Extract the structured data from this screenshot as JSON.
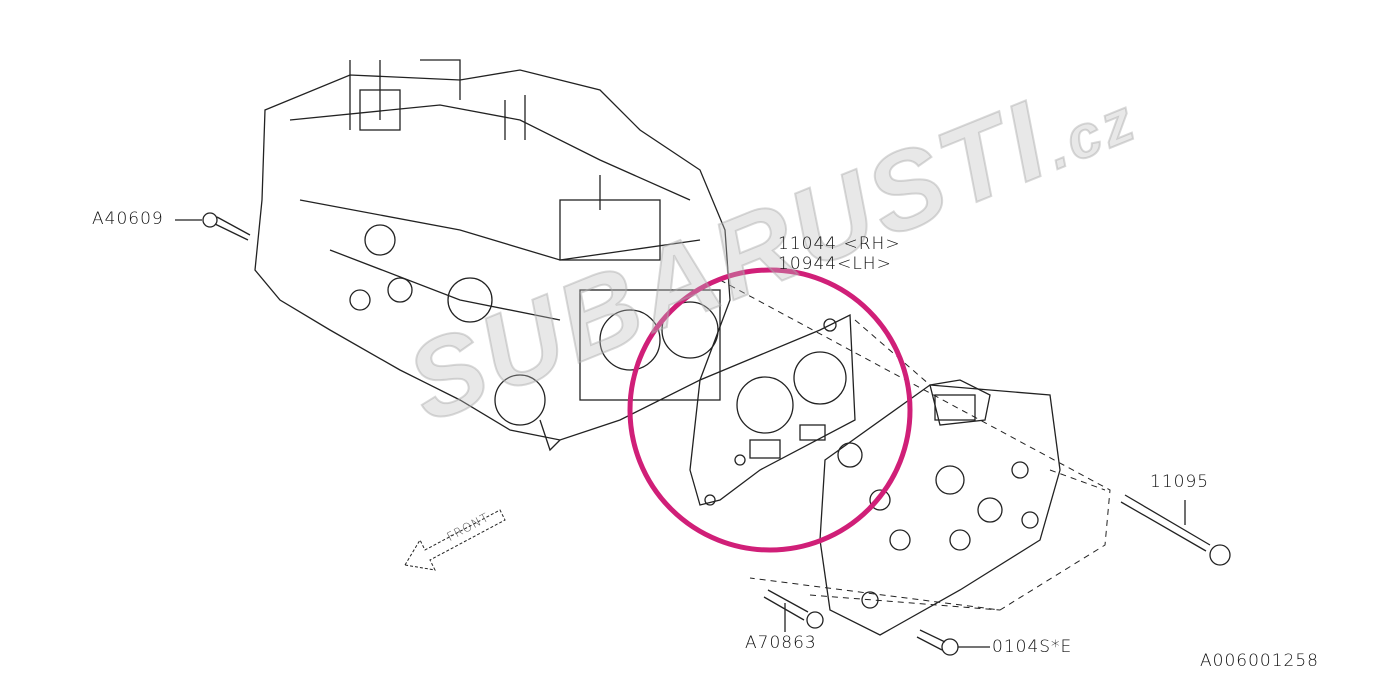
{
  "diagram": {
    "watermark": {
      "main": "SUBARUSTI",
      "suffix": ".cz"
    },
    "front_label": "FRONT",
    "parts": [
      {
        "id": "bolt-a40609",
        "label": "A40609"
      },
      {
        "id": "gasket-rh",
        "label": "11044 <RH>"
      },
      {
        "id": "gasket-lh",
        "label": "10944<LH>"
      },
      {
        "id": "head-bolt",
        "label": "11095"
      },
      {
        "id": "bolt-a70863",
        "label": "A70863"
      },
      {
        "id": "bolt-0104se",
        "label": "0104S*E"
      }
    ],
    "diagram_code": "A006001258",
    "highlight_color": "#d01f78"
  }
}
